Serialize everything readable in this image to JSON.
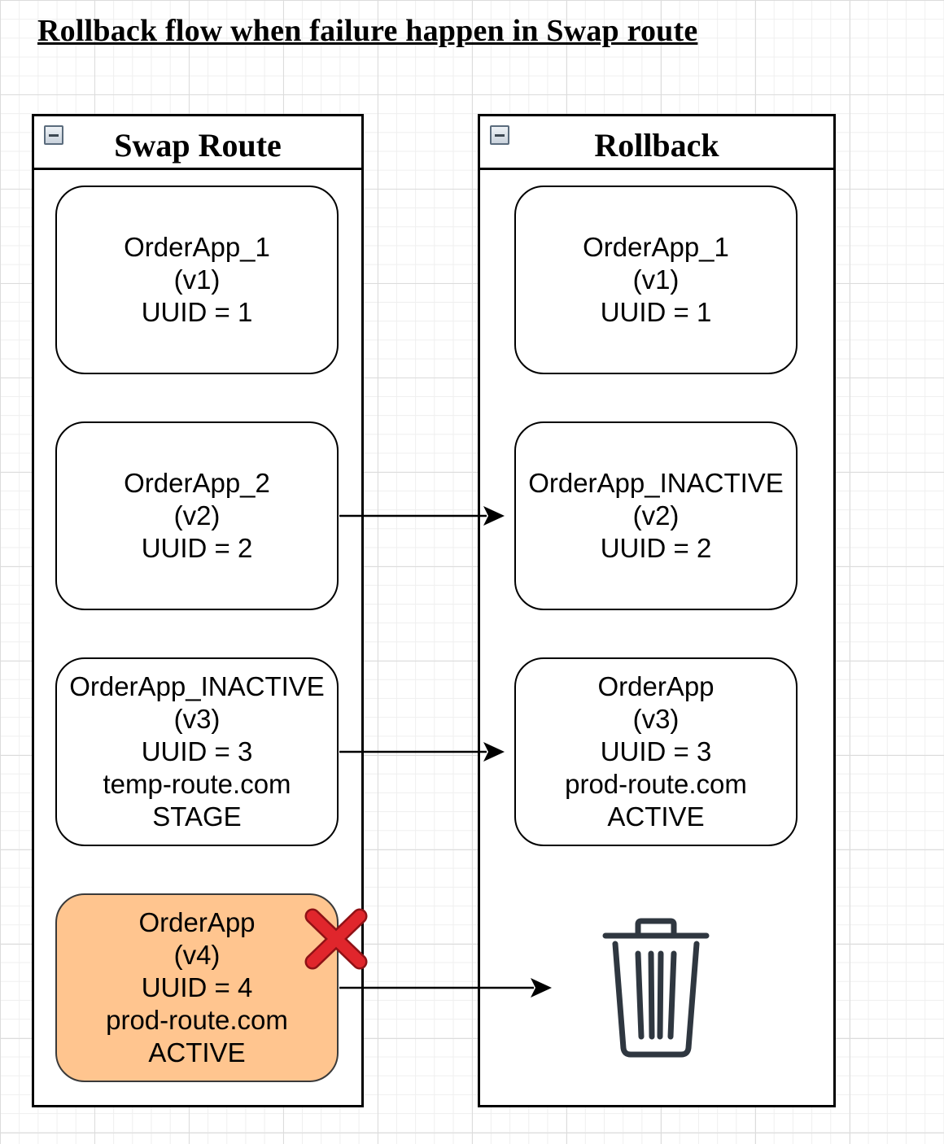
{
  "title": "Rollback flow when failure happen in Swap route",
  "lanes": [
    {
      "id": "swap",
      "title": "Swap Route",
      "nodes": [
        {
          "lines": [
            "OrderApp_1",
            "(v1)",
            "UUID = 1"
          ]
        },
        {
          "lines": [
            "OrderApp_2",
            "(v2)",
            "UUID = 2"
          ]
        },
        {
          "lines": [
            "OrderApp_INACTIVE",
            "(v3)",
            "UUID = 3",
            "temp-route.com",
            "STAGE"
          ]
        },
        {
          "lines": [
            "OrderApp",
            "(v4)",
            "UUID = 4",
            "prod-route.com",
            "ACTIVE"
          ],
          "status": "failed"
        }
      ]
    },
    {
      "id": "rollback",
      "title": "Rollback",
      "nodes": [
        {
          "lines": [
            "OrderApp_1",
            "(v1)",
            "UUID = 1"
          ]
        },
        {
          "lines": [
            "OrderApp_INACTIVE",
            "(v2)",
            "UUID = 2"
          ]
        },
        {
          "lines": [
            "OrderApp",
            "(v3)",
            "UUID = 3",
            "prod-route.com",
            "ACTIVE"
          ]
        }
      ]
    }
  ],
  "icons": {
    "collapse": "collapse-icon",
    "failure": "red-x-icon",
    "delete": "trash-icon"
  },
  "colors": {
    "failed_fill": "#ffc58f",
    "failure_mark": "#e0262c",
    "trash": "#2f3740"
  }
}
